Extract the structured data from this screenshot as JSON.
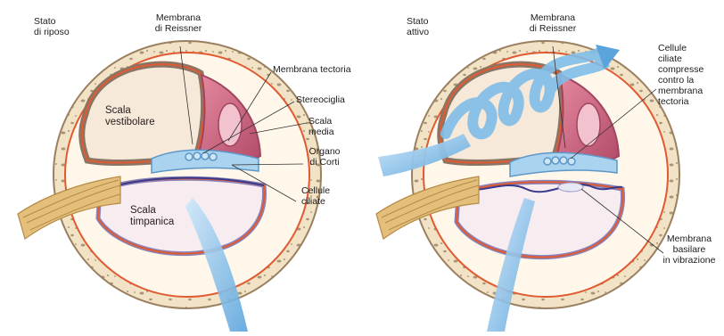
{
  "left": {
    "state": "Stato\ndi riposo",
    "reissner": "Membrana\ndi Reissner",
    "tectoria": "Membrana tectoria",
    "stereocilia": "Stereociglia",
    "media": "Scala\nmedia",
    "corti": "Organo\ndi Corti",
    "ciliate": "Cellule\nciliate",
    "vestibolare": "Scala\nvestibolare",
    "timpanica": "Scala\ntimpanica"
  },
  "right": {
    "state": "Stato\nattivo",
    "reissner": "Membrana\ndi Reissner",
    "compressed": "Cellule\nciliate\ncompresse\ncontro la\nmembrana\ntectoria",
    "basilare": "Membrana\nbasilare\nin vibrazione"
  },
  "colors": {
    "bone": "#f2e3c6",
    "bone_dots": "#a99576",
    "lining": "#e05a32",
    "brown_membrane": "#8a7565",
    "scala_media": "#c9617e",
    "nerve": "#d9b370",
    "wave": "#7fbde8"
  }
}
